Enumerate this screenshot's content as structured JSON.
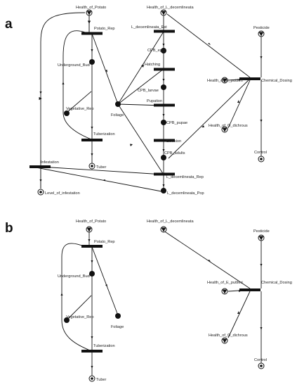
{
  "panels": [
    {
      "label": "a",
      "places": {
        "health_potato": "Health_of_Potato",
        "health_ldec": "Health_of_L_decemlineata",
        "pesticide": "Pesticide",
        "health_eput": "Health_of_E_puttleri",
        "health_odich": "Health_of_O_dichrous",
        "underground_bud": "Underground_Bud",
        "vegetative_rep": "Vegetative_Rep",
        "foliage": "Foliage",
        "cpb_eggs": "CPB_eggs",
        "cpb_larvae": "CPB_larvae",
        "cpb_pupae": "CPB_pupae",
        "cpb_adults": "CPB_adults",
        "l_dec_pop": "L_decemlineata_Pop",
        "tuber": "Tuber",
        "level_infestation": "Level_of_infestation",
        "control": "Control"
      },
      "transitions": {
        "potato_rep": "Potato_Rep",
        "ldec_est": "L_decemlineata_Est",
        "hatching": "Hatching",
        "pupation": "Pupation",
        "eclosion": "Eclosion",
        "ldec_rep": "L_decemlineata_Rep",
        "tuberization": "Tuberization",
        "infestation": "Infestation",
        "chemical_dosing": "Chemical_Dosing"
      }
    },
    {
      "label": "b",
      "places": {
        "health_potato": "Health_of_Potato",
        "health_ldec": "Health_of_L_decemlineata",
        "pesticide": "Pesticide",
        "health_eput": "Health_of_E_puttleri",
        "health_odich": "Health_of_O_dichrous",
        "underground_bud": "Underground_Bud",
        "vegetative_rep": "Vegetative_Rep",
        "foliage": "Foliage",
        "tuber": "Tuber",
        "control": "Control"
      },
      "transitions": {
        "potato_rep": "Potato_Rep",
        "tuberization": "Tuberization",
        "chemical_dosing": "Chemical_Dosing"
      }
    }
  ]
}
